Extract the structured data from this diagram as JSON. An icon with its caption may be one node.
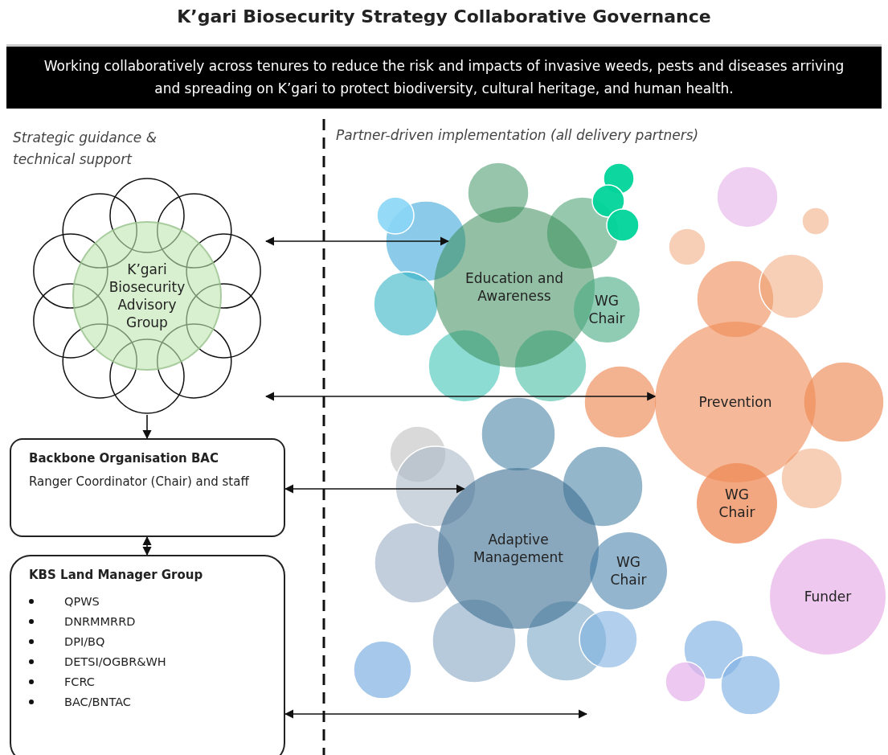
{
  "diagram": {
    "title": "K’gari Biosecurity Strategy Collaborative Governance",
    "nodes": [
      {
        "text": [
          "Working collaboratively across tenures to reduce the risk and impacts of invasive weeds, pests and diseases arriving and spreading on K’gari to protect biodiversity, cultural heritage, and human health."
        ]
      },
      {
        "text": [
          "K’gari Biosecurity Advisory Group"
        ]
      },
      {
        "text": [
          "Education and Awareness"
        ]
      },
      {
        "text": [
          "WG Chair"
        ]
      },
      {
        "text": [
          "Prevention"
        ]
      },
      {
        "text": [
          "WG Chair"
        ]
      },
      {
        "text": [
          "Adaptive Management"
        ]
      },
      {
        "text": [
          "WG Chair"
        ]
      },
      {
        "text": [
          "Funder"
        ]
      },
      {
        "text": [
          "Backbone Organisation BAC",
          "Ranger Coordinator (Chair) and staff"
        ]
      },
      {
        "text": [
          "KBS Land Manager Group",
          "QPWS",
          "DNRMMRRD",
          "DPI/BQ",
          "DETSI/OGBR&WH",
          "FCRC",
          "BAC/BNTAC"
        ]
      }
    ],
    "edges": [
      {
        "from": 1,
        "to": 2,
        "arrow": "both"
      },
      {
        "from": 1,
        "to": 4,
        "arrow": "both"
      },
      {
        "from": 1,
        "to": 9,
        "arrow": "to"
      },
      {
        "from": 9,
        "to": 6,
        "arrow": "both"
      },
      {
        "from": 9,
        "to": 10,
        "arrow": "both"
      },
      {
        "from": 10,
        "to": null,
        "arrow": "both"
      }
    ],
    "labels": [
      "Strategic guidance & technical support",
      "Partner-driven implementation (all delivery partners)"
    ]
  }
}
